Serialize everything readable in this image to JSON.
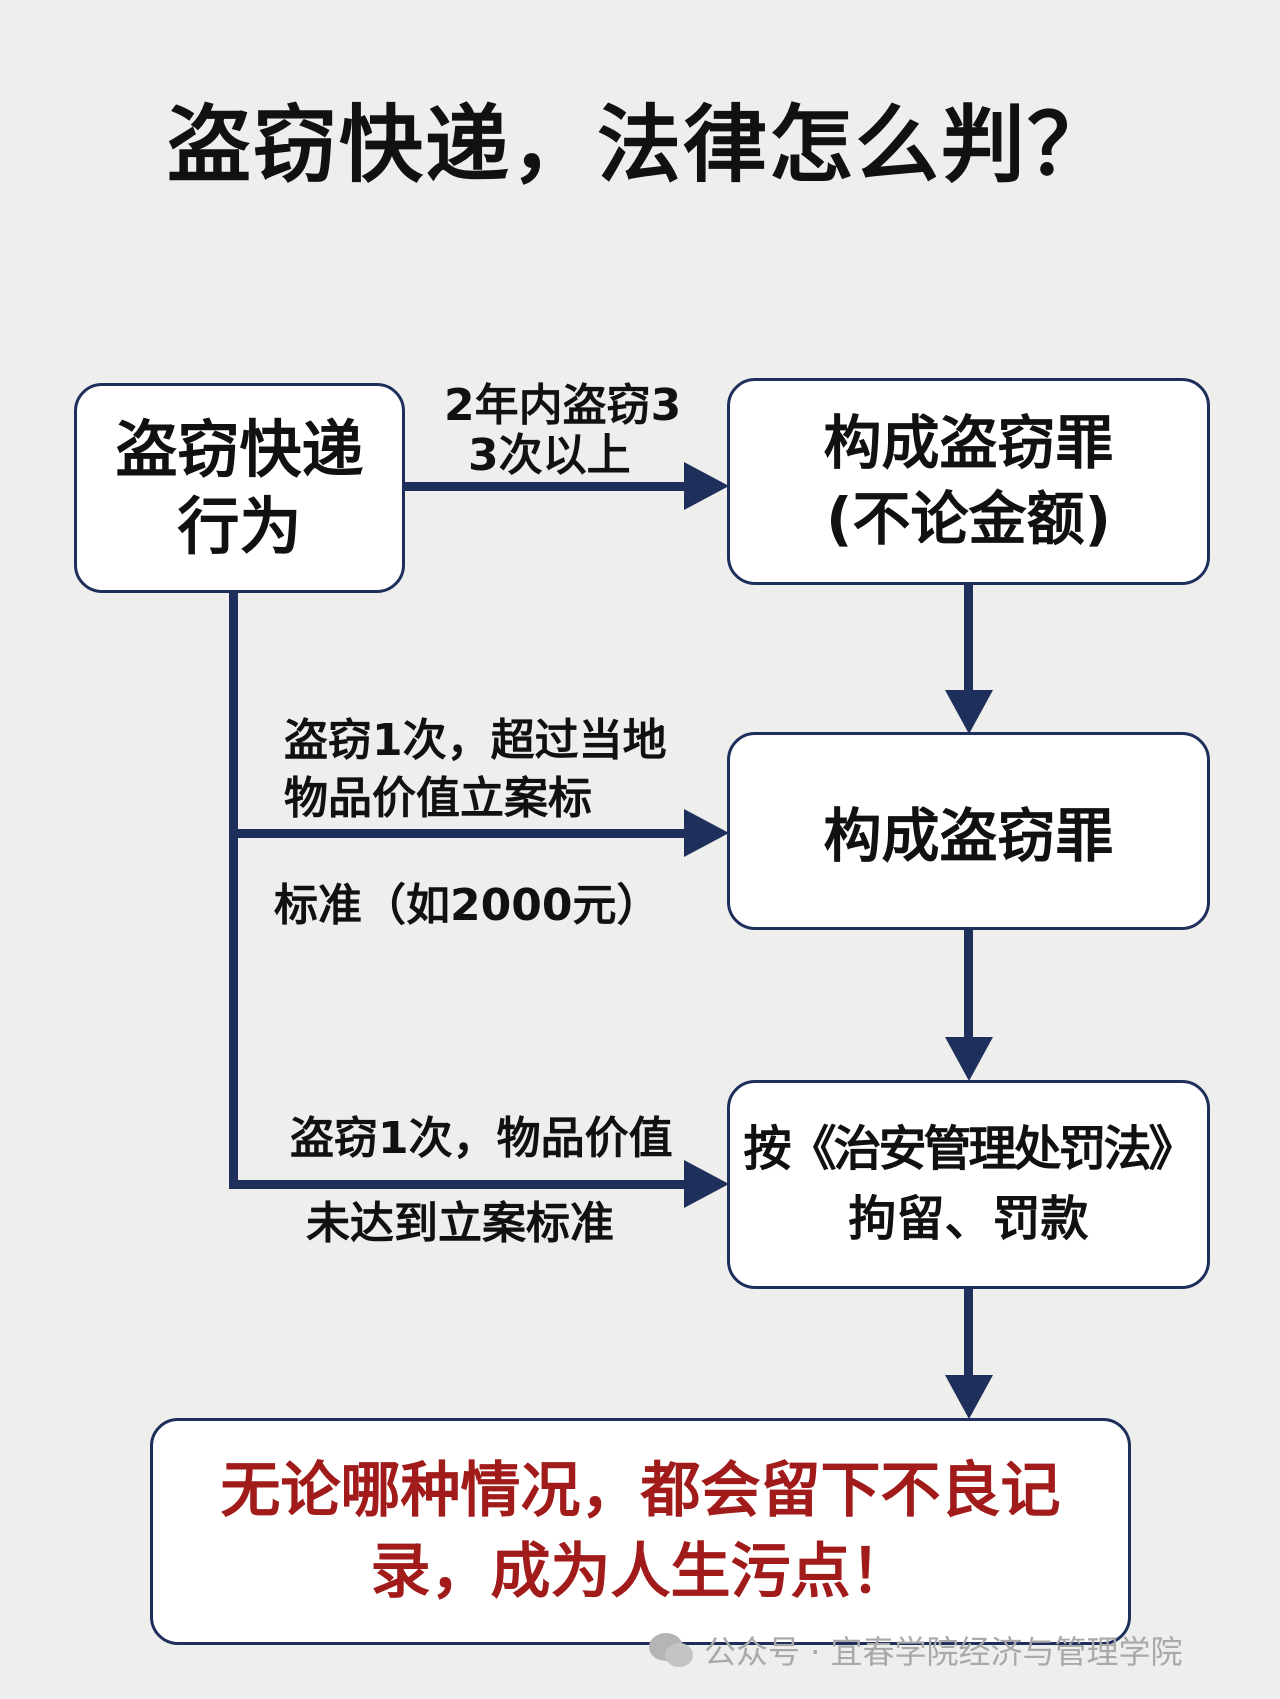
{
  "title": "盗窃快递，法律怎么判？",
  "nodes": {
    "start": [
      "盗窃快递",
      "行为"
    ],
    "crime_repeat": [
      "构成盗窃罪",
      "(不论金额)"
    ],
    "crime_value": [
      "构成盗窃罪"
    ],
    "penalty": [
      "按《治安管理处罚法》",
      "拘留、罚款"
    ],
    "result": [
      "无论哪种情况，都会留下不良记",
      "录，成为人生污点！"
    ]
  },
  "edges": {
    "repeat": [
      "2年内盗窃3",
      "3次以上"
    ],
    "value_over": [
      "盗窃1次，超过当地",
      "物品价值立案标",
      "标准（如2000元）"
    ],
    "value_under": [
      "盗窃1次，物品价值",
      "未达到立案标准"
    ]
  },
  "watermark": "公众号 · 宜春学院经济与管理学院",
  "colors": {
    "line": "#1f2f5c",
    "accent_red": "#a11b1b"
  }
}
